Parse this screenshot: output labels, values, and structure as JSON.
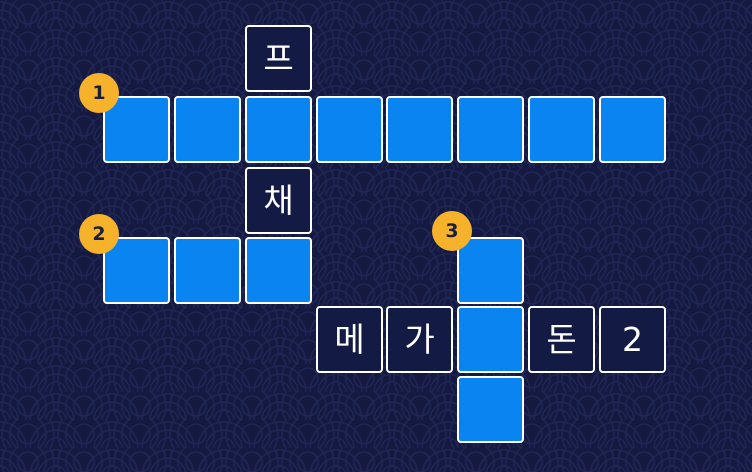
{
  "colors": {
    "background": "#15193f",
    "pattern": "#1e2656",
    "blank_cell": "#0a84f0",
    "given_cell": "#131a44",
    "cell_border": "#ffffff",
    "badge": "#f7b22c"
  },
  "grid": {
    "given_letters": {
      "r0c2": "프",
      "r2c2": "채",
      "r4c3": "메",
      "r4c4": "가",
      "r4c7": "돈",
      "r4c8": "2"
    },
    "clue_numbers": {
      "one": "1",
      "two": "2",
      "three": "3"
    }
  }
}
